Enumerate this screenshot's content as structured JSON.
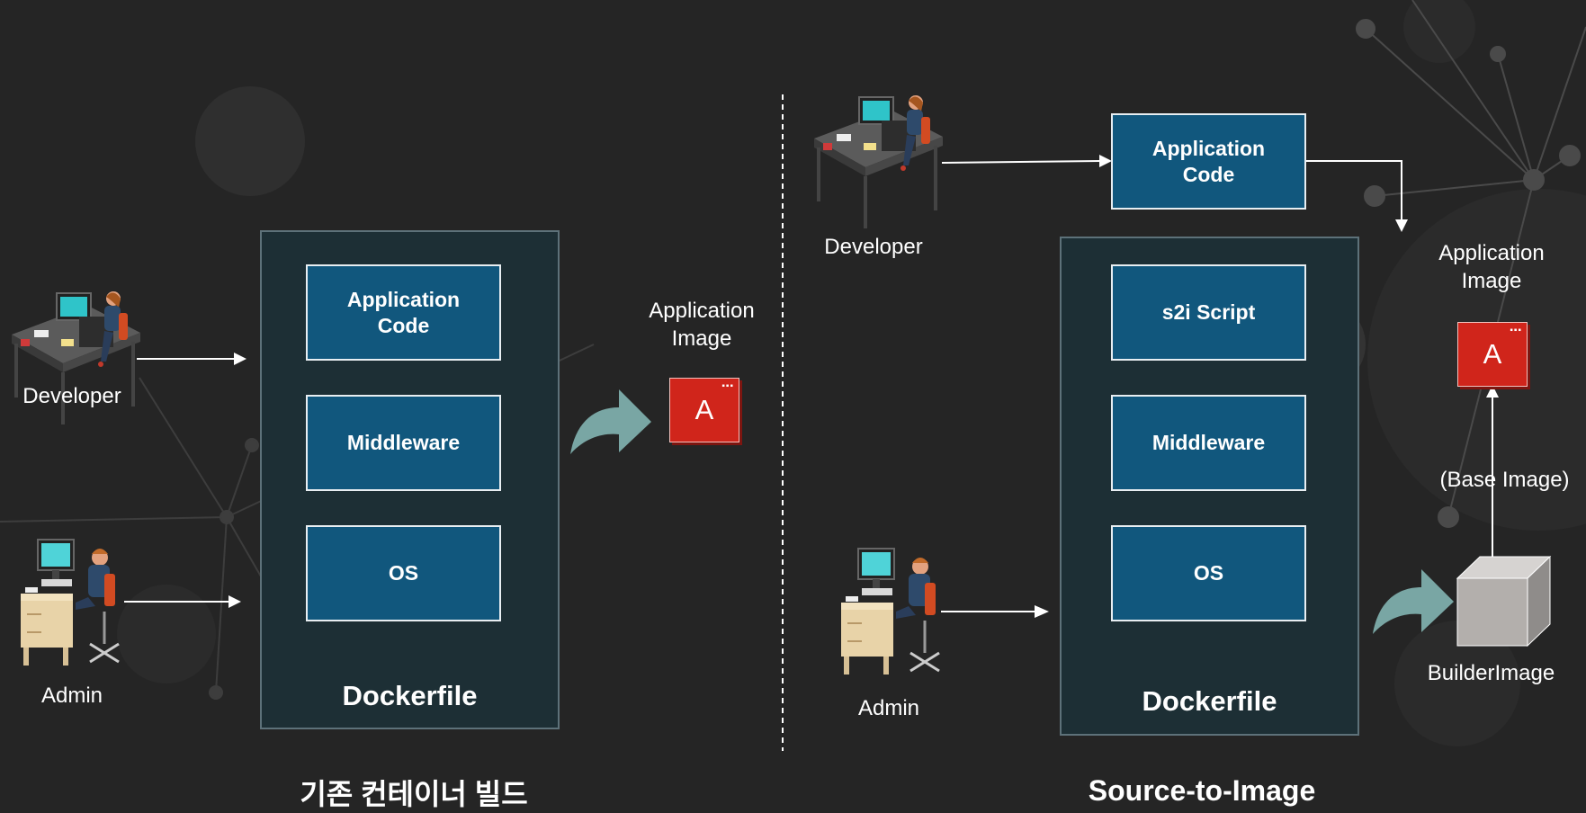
{
  "left_section": {
    "title": "기존 컨테이너 빌드",
    "developer_label": "Developer",
    "admin_label": "Admin",
    "container_title": "Dockerfile",
    "layers": [
      {
        "label": "Application\nCode"
      },
      {
        "label": "Middleware"
      },
      {
        "label": "OS"
      }
    ],
    "output_label": "Application\nImage",
    "output_icon_letter": "A"
  },
  "right_section": {
    "title": "Source-to-Image",
    "developer_label": "Developer",
    "admin_label": "Admin",
    "app_code_label": "Application\nCode",
    "container_title": "Dockerfile",
    "layers": [
      {
        "label": "s2i Script"
      },
      {
        "label": "Middleware"
      },
      {
        "label": "OS"
      }
    ],
    "output_label": "Application\nImage",
    "output_icon_letter": "A",
    "base_image_label": "(Base Image)",
    "builder_label": "BuilderImage"
  },
  "colors": {
    "background": "#252525",
    "container_fill": "#1d2f35",
    "layer_fill": "#11577d",
    "app_icon": "#d0251b",
    "curved_arrow": "#79a6a4"
  }
}
